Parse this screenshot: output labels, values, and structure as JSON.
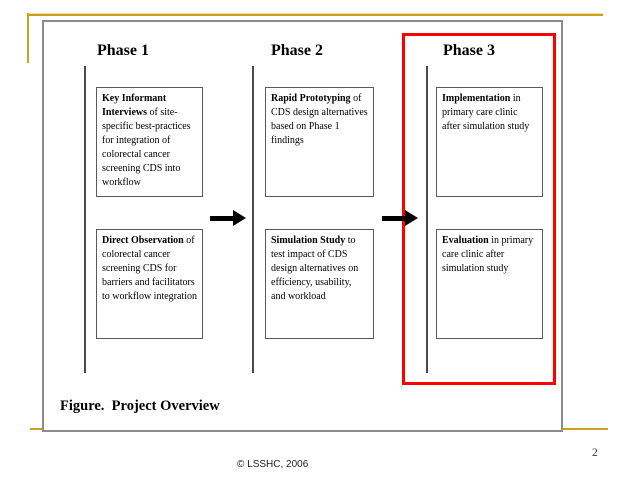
{
  "slide": {
    "caption": "Figure.  Project Overview",
    "copyright": "© LSSHC, 2006",
    "page_number": "2"
  },
  "colors": {
    "accent_gold": "#cf9f1f",
    "highlight_red": "#fe0000",
    "frame_gray": "#8c8c8c",
    "box_border": "#5a5a5a",
    "arrow_black": "#000000"
  },
  "phases": [
    {
      "label": "Phase 1",
      "boxes": [
        {
          "lead": "Key Informant Interviews",
          "rest": " of site-specific best-practices for integration of colorectal cancer screening CDS into workflow"
        },
        {
          "lead": "Direct Observation",
          "rest": " of colorectal cancer screening CDS for barriers and facilitators to workflow integration"
        }
      ]
    },
    {
      "label": "Phase 2",
      "boxes": [
        {
          "lead": "Rapid Prototyping",
          "rest": " of CDS design alternatives based on Phase 1 findings"
        },
        {
          "lead": "Simulation Study",
          "rest": " to test impact of CDS design alternatives on efficiency, usability, and workload"
        }
      ]
    },
    {
      "label": "Phase 3",
      "boxes": [
        {
          "lead": "Implementation",
          "rest": " in primary care clinic after simulation study"
        },
        {
          "lead": "Evaluation",
          "rest": " in primary care clinic after simulation study"
        }
      ]
    }
  ]
}
